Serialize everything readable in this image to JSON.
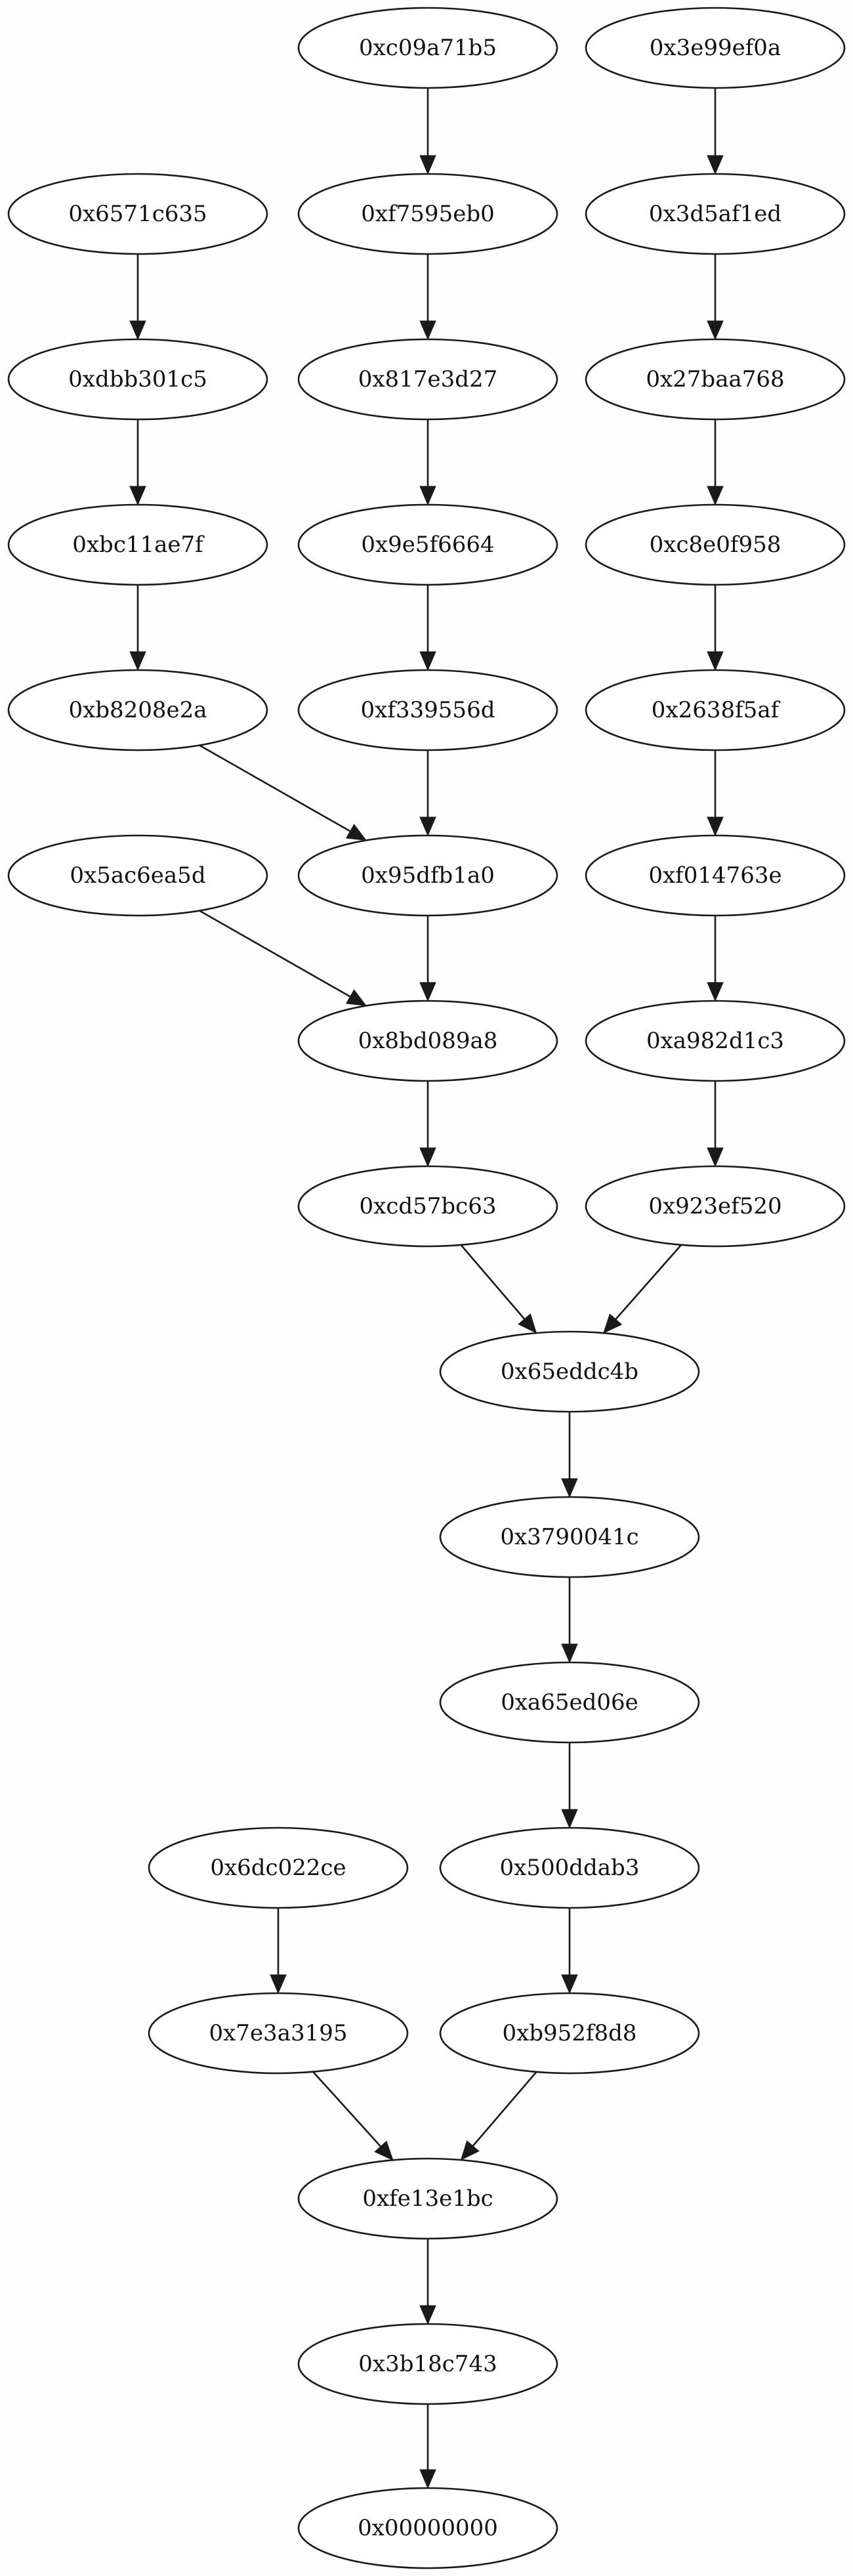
{
  "diagram": {
    "nodes": [
      {
        "id": "n_c09a71b5",
        "label": "0xc09a71b5"
      },
      {
        "id": "n_3e99ef0a",
        "label": "0x3e99ef0a"
      },
      {
        "id": "n_6571c635",
        "label": "0x6571c635"
      },
      {
        "id": "n_f7595eb0",
        "label": "0xf7595eb0"
      },
      {
        "id": "n_3d5af1ed",
        "label": "0x3d5af1ed"
      },
      {
        "id": "n_dbb301c5",
        "label": "0xdbb301c5"
      },
      {
        "id": "n_817e3d27",
        "label": "0x817e3d27"
      },
      {
        "id": "n_27baa768",
        "label": "0x27baa768"
      },
      {
        "id": "n_bc11ae7f",
        "label": "0xbc11ae7f"
      },
      {
        "id": "n_9e5f6664",
        "label": "0x9e5f6664"
      },
      {
        "id": "n_c8e0f958",
        "label": "0xc8e0f958"
      },
      {
        "id": "n_b8208e2a",
        "label": "0xb8208e2a"
      },
      {
        "id": "n_f339556d",
        "label": "0xf339556d"
      },
      {
        "id": "n_2638f5af",
        "label": "0x2638f5af"
      },
      {
        "id": "n_5ac6ea5d",
        "label": "0x5ac6ea5d"
      },
      {
        "id": "n_95dfb1a0",
        "label": "0x95dfb1a0"
      },
      {
        "id": "n_f014763e",
        "label": "0xf014763e"
      },
      {
        "id": "n_8bd089a8",
        "label": "0x8bd089a8"
      },
      {
        "id": "n_a982d1c3",
        "label": "0xa982d1c3"
      },
      {
        "id": "n_cd57bc63",
        "label": "0xcd57bc63"
      },
      {
        "id": "n_923ef520",
        "label": "0x923ef520"
      },
      {
        "id": "n_65eddc4b",
        "label": "0x65eddc4b"
      },
      {
        "id": "n_3790041c",
        "label": "0x3790041c"
      },
      {
        "id": "n_a65ed06e",
        "label": "0xa65ed06e"
      },
      {
        "id": "n_6dc022ce",
        "label": "0x6dc022ce"
      },
      {
        "id": "n_500ddab3",
        "label": "0x500ddab3"
      },
      {
        "id": "n_7e3a3195",
        "label": "0x7e3a3195"
      },
      {
        "id": "n_b952f8d8",
        "label": "0xb952f8d8"
      },
      {
        "id": "n_fe13e1bc",
        "label": "0xfe13e1bc"
      },
      {
        "id": "n_3b18c743",
        "label": "0x3b18c743"
      },
      {
        "id": "n_00000000",
        "label": "0x00000000"
      }
    ],
    "edges": [
      [
        "n_c09a71b5",
        "n_f7595eb0"
      ],
      [
        "n_f7595eb0",
        "n_817e3d27"
      ],
      [
        "n_817e3d27",
        "n_9e5f6664"
      ],
      [
        "n_9e5f6664",
        "n_f339556d"
      ],
      [
        "n_f339556d",
        "n_95dfb1a0"
      ],
      [
        "n_3e99ef0a",
        "n_3d5af1ed"
      ],
      [
        "n_3d5af1ed",
        "n_27baa768"
      ],
      [
        "n_27baa768",
        "n_c8e0f958"
      ],
      [
        "n_c8e0f958",
        "n_2638f5af"
      ],
      [
        "n_2638f5af",
        "n_f014763e"
      ],
      [
        "n_f014763e",
        "n_a982d1c3"
      ],
      [
        "n_a982d1c3",
        "n_923ef520"
      ],
      [
        "n_6571c635",
        "n_dbb301c5"
      ],
      [
        "n_dbb301c5",
        "n_bc11ae7f"
      ],
      [
        "n_bc11ae7f",
        "n_b8208e2a"
      ],
      [
        "n_b8208e2a",
        "n_95dfb1a0"
      ],
      [
        "n_95dfb1a0",
        "n_8bd089a8"
      ],
      [
        "n_5ac6ea5d",
        "n_8bd089a8"
      ],
      [
        "n_8bd089a8",
        "n_cd57bc63"
      ],
      [
        "n_cd57bc63",
        "n_65eddc4b"
      ],
      [
        "n_923ef520",
        "n_65eddc4b"
      ],
      [
        "n_65eddc4b",
        "n_3790041c"
      ],
      [
        "n_3790041c",
        "n_a65ed06e"
      ],
      [
        "n_a65ed06e",
        "n_500ddab3"
      ],
      [
        "n_500ddab3",
        "n_b952f8d8"
      ],
      [
        "n_6dc022ce",
        "n_7e3a3195"
      ],
      [
        "n_7e3a3195",
        "n_fe13e1bc"
      ],
      [
        "n_b952f8d8",
        "n_fe13e1bc"
      ],
      [
        "n_fe13e1bc",
        "n_3b18c743"
      ],
      [
        "n_3b18c743",
        "n_00000000"
      ]
    ]
  }
}
